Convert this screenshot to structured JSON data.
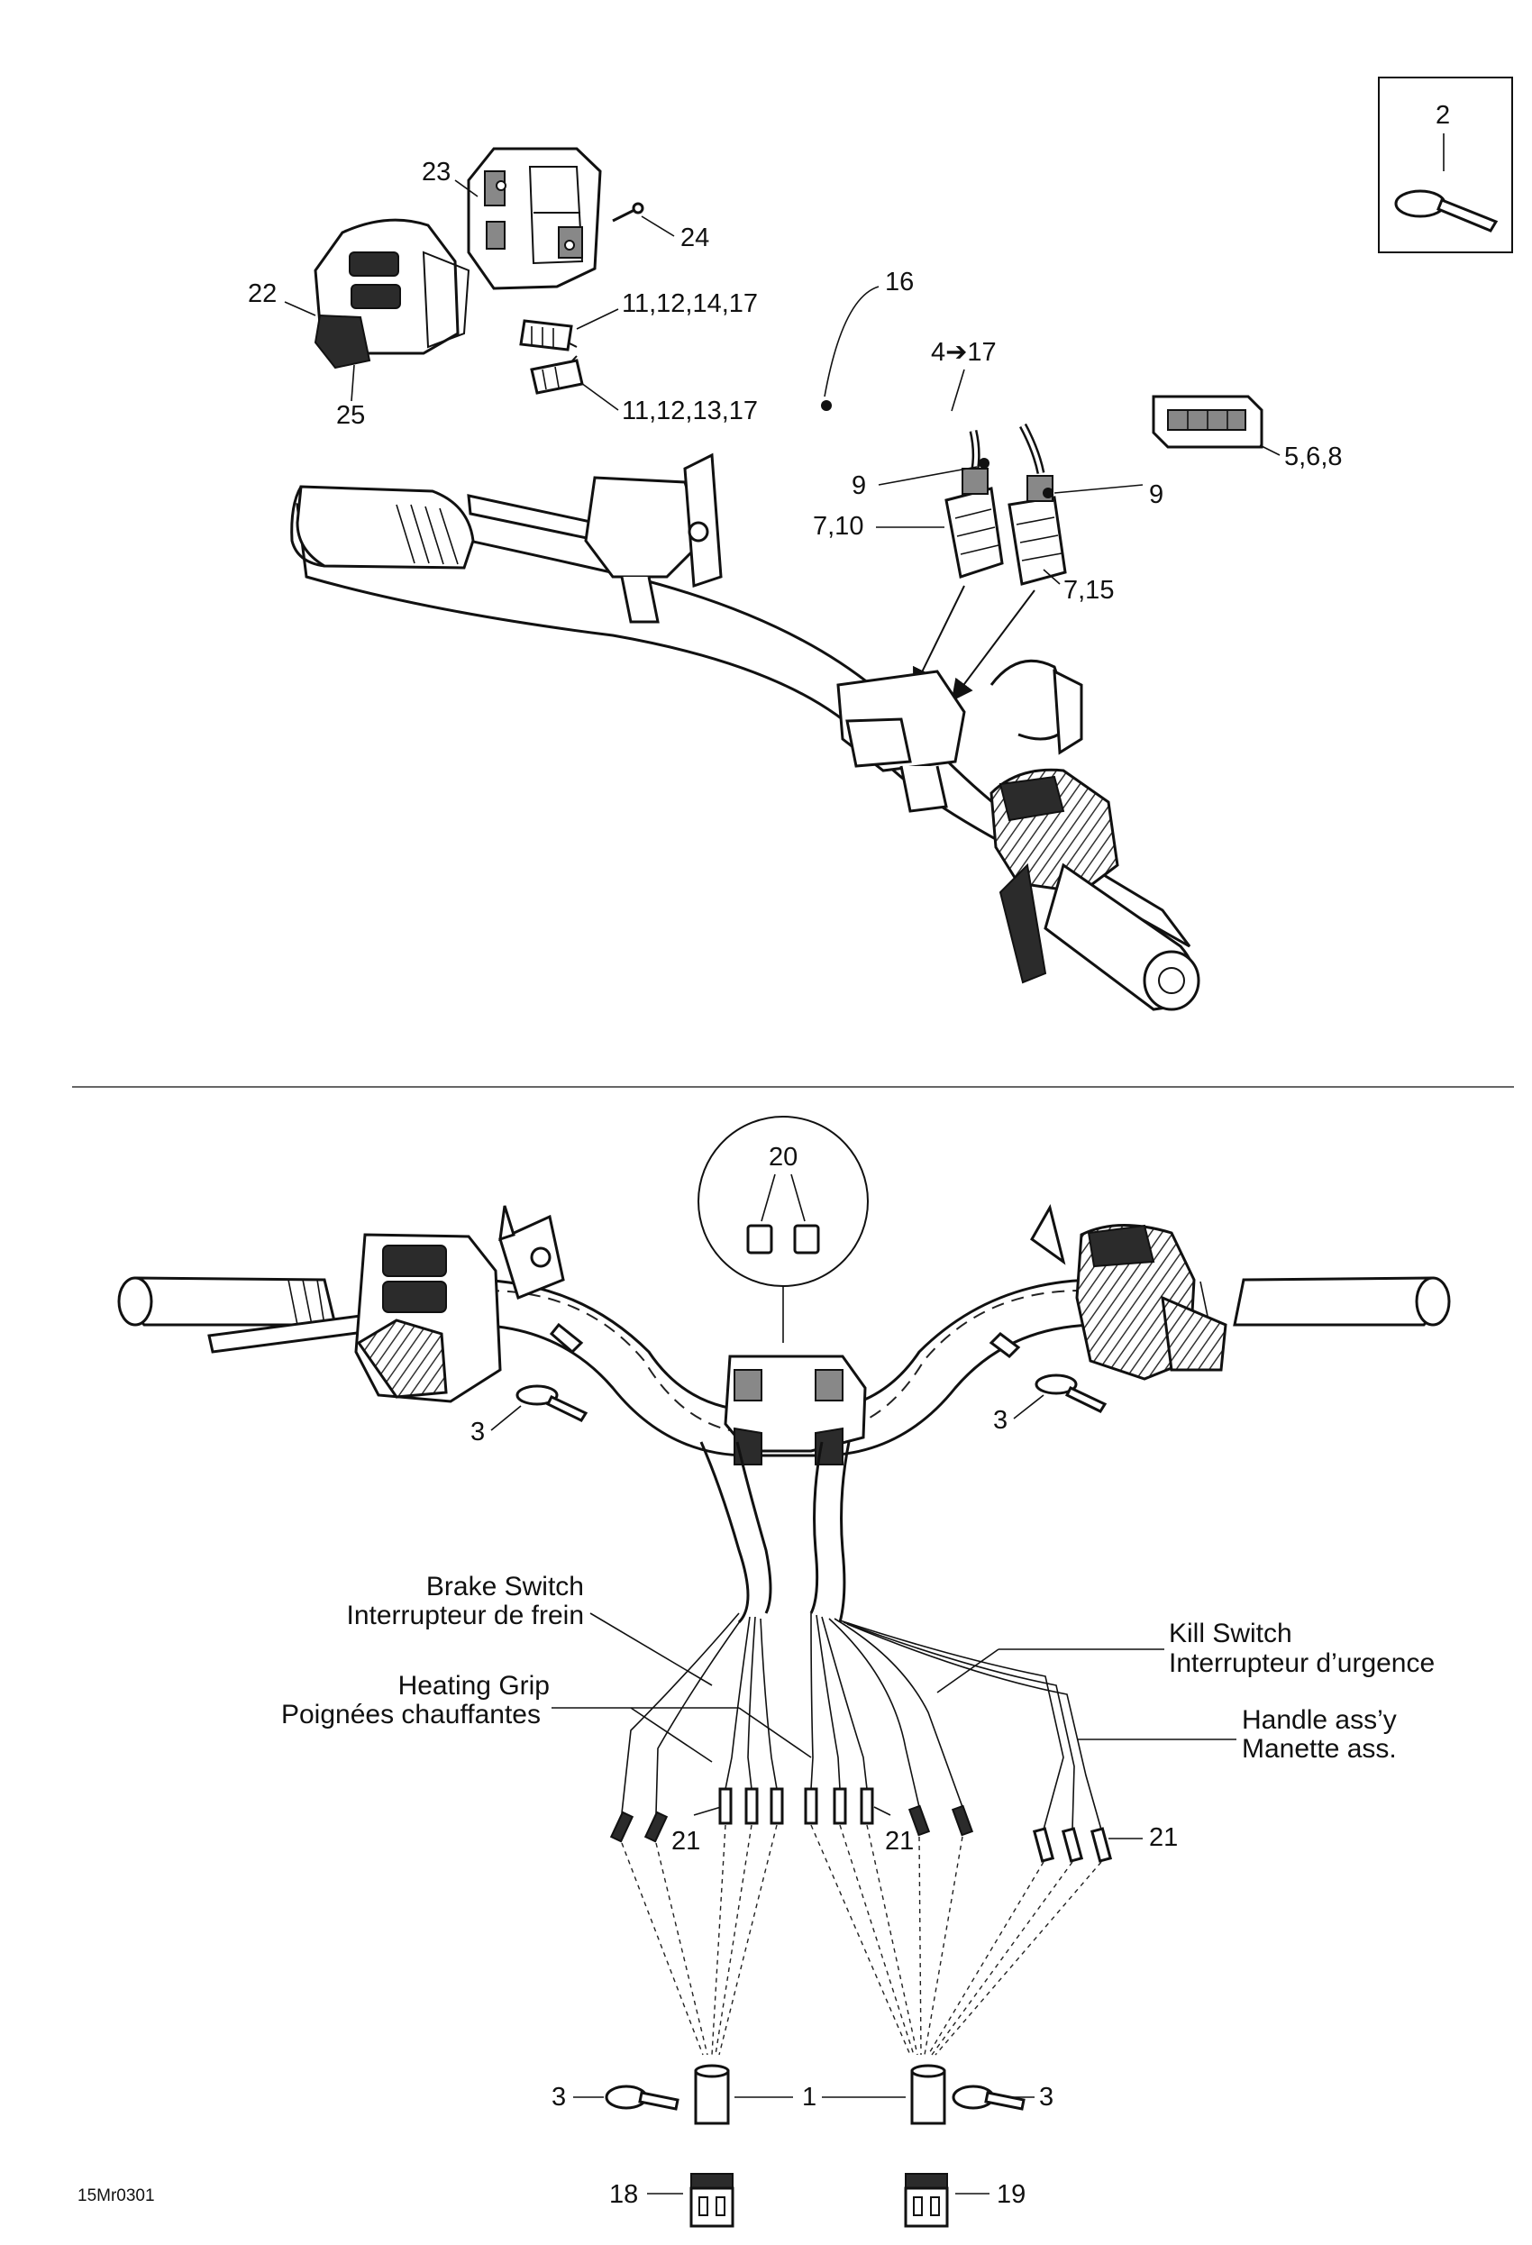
{
  "labels": {
    "l2": "2",
    "l23": "23",
    "l24": "24",
    "l22": "22",
    "l25": "25",
    "l16": "16",
    "l11_14": "11,12,14,17",
    "l11_13": "11,12,13,17",
    "l4_17": "4➔17",
    "l5_6_8": "5,6,8",
    "l9a": "9",
    "l9b": "9",
    "l7_10": "7,10",
    "l7_15": "7,15",
    "l20": "20",
    "l3_left": "3",
    "l3_right": "3",
    "l21_a": "21",
    "l21_b": "21",
    "l21_c": "21",
    "l3_bottom_left": "3",
    "l3_bottom_right": "3",
    "l1": "1",
    "l18": "18",
    "l19": "19"
  },
  "callouts": {
    "brake_switch_en": "Brake Switch",
    "brake_switch_fr": "Interrupteur de frein",
    "heating_grip_en": "Heating Grip",
    "heating_grip_fr": "Poignées chauffantes",
    "kill_switch_en": "Kill Switch",
    "kill_switch_fr": "Interrupteur d’urgence",
    "handle_assy_en": "Handle ass’y",
    "handle_assy_fr": "Manette ass."
  },
  "figure_code": "15Mr0301"
}
